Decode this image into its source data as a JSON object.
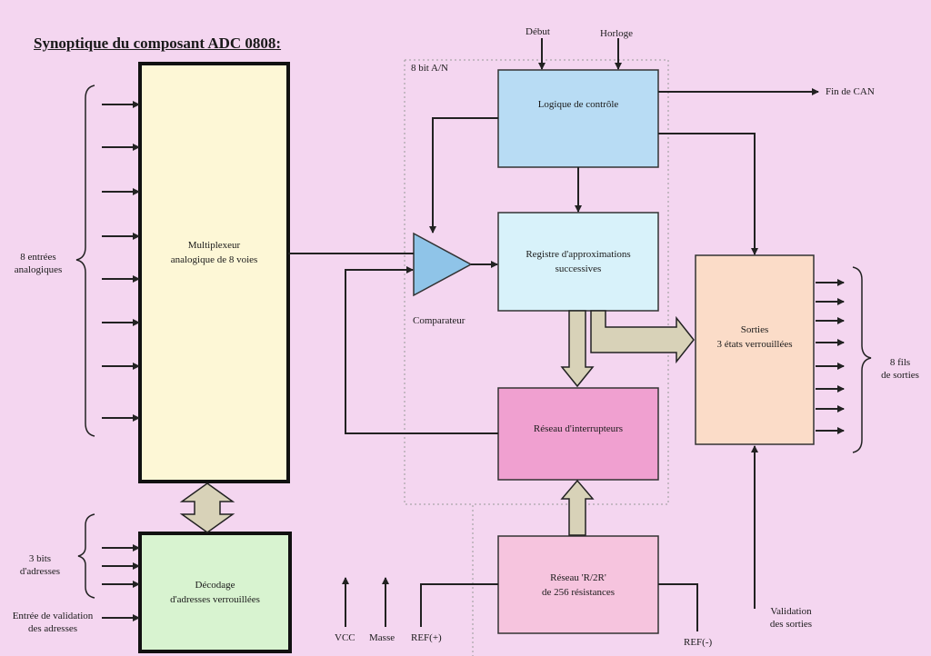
{
  "title": "Synoptique du composant ADC 0808:",
  "colors": {
    "background": "#f4d6f0",
    "multiplexer": "#fdf7d6",
    "decoder": "#d8f3d0",
    "control_logic": "#b8dcf4",
    "sar": "#d8f2fa",
    "switch_network": "#f0a0d0",
    "r2r_network": "#f6c4de",
    "outputs": "#fbdcc8",
    "bus_arrow": "#d8d2b8"
  },
  "blocks": {
    "multiplexer": "Multiplexeur\nanalogique de 8 voies",
    "decoder": "Décodage\nd'adresses verrouillées",
    "control_logic": "Logique de contrôle",
    "sar": "Registre d'approximations\nsuccessives",
    "switch_network": "Réseau d'interrupteurs",
    "r2r_network": "Réseau 'R/2R'\nde 256 résistances",
    "outputs": "Sorties\n3 états verrouillées"
  },
  "labels": {
    "analog_inputs": "8 entrées\nanalogiques",
    "address_bits": "3 bits\nd'adresses",
    "address_enable": "Entrée de validation\ndes adresses",
    "adc_region": "8 bit A/N",
    "start": "Début",
    "clock": "Horloge",
    "end_of_conversion": "Fin de CAN",
    "comparator": "Comparateur",
    "output_wires": "8 fils\nde sorties",
    "output_enable": "Validation\ndes sorties",
    "vcc": "VCC",
    "ground": "Masse",
    "ref_plus": "REF(+)",
    "ref_minus": "REF(-)"
  }
}
